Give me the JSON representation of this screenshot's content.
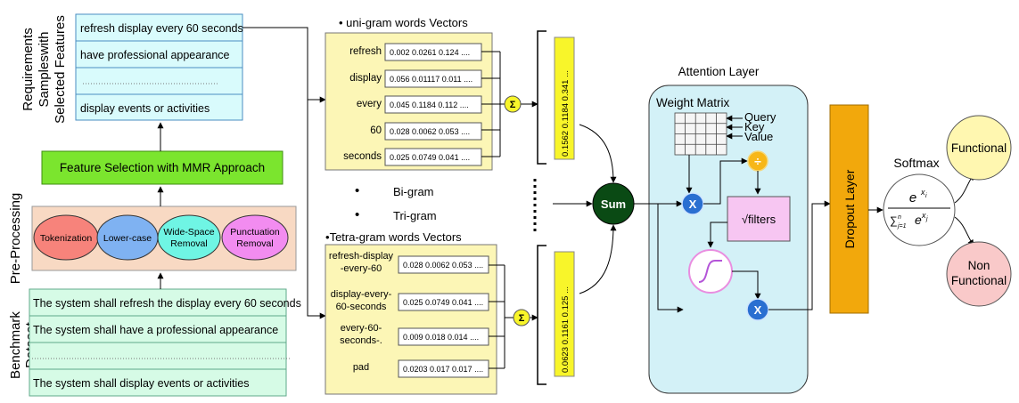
{
  "labels": {
    "requirements_line1": "Requirements",
    "requirements_line2": "Sampleswith",
    "requirements_line3": "Selected Features",
    "preprocessing": "Pre-Processing",
    "benchmark_line1": "Benchmark",
    "benchmark_line2": "Dataset"
  },
  "requirements": {
    "rows": [
      "refresh display every 60 seconds",
      "have professional appearance",
      "",
      "display events or activities"
    ]
  },
  "feature_selection": "Feature Selection with MMR Approach",
  "preprocessing_steps": [
    "Tokenization",
    "Lower-case",
    "Wide-Space Removal",
    "Punctuation Removal"
  ],
  "benchmark": {
    "rows": [
      "The system shall refresh the display every 60 seconds",
      "The system shall have a professional appearance",
      "",
      "The system shall display events or activities"
    ]
  },
  "unigram": {
    "title": "uni-gram words Vectors",
    "rows": [
      {
        "word": "refresh",
        "vec": "0.002 0.0261 0.124  ...."
      },
      {
        "word": "display",
        "vec": "0.056 0.01117 0.011  ...."
      },
      {
        "word": "every",
        "vec": "0.045 0.1184 0.112  ...."
      },
      {
        "word": "60",
        "vec": "0.028 0.0062 0.053  ...."
      },
      {
        "word": "seconds",
        "vec": "0.025 0.0749 0.041  ...."
      }
    ],
    "sum_vector": "0.1562 0.1184 0.341 ..."
  },
  "bigram": "Bi-gram",
  "trigram": "Tri-gram",
  "tetragram": {
    "title": "Tetra-gram words Vectors",
    "rows": [
      {
        "word_line1": "refresh-display",
        "word_line2": "-every-60",
        "vec": "0.028 0.0062 0.053  ...."
      },
      {
        "word_line1": "display-every-",
        "word_line2": "60-seconds",
        "vec": "0.025 0.0749 0.041  ...."
      },
      {
        "word_line1": "every-60-",
        "word_line2": "seconds-.",
        "vec": "0.009 0.018 0.014  ...."
      },
      {
        "word_line1": "pad",
        "word_line2": "",
        "vec": "0.0203 0.017 0.017  ...."
      }
    ],
    "sum_vector": "0.0623 0.1161 0.125 ..."
  },
  "sigma_symbol": "Σ",
  "sum_node": "Sum",
  "attention": {
    "title": "Attention Layer",
    "weight_matrix": "Weight Matrix",
    "query": "Query",
    "key": "Key",
    "value": "Value",
    "multiply_symbol": "X",
    "divide_symbol": "÷",
    "filters": "√filters"
  },
  "dropout": "Dropout Layer",
  "softmax": "Softmax",
  "outputs": {
    "functional": "Functional",
    "non_line1": "Non",
    "non_line2": "Functional"
  },
  "colors": {
    "cyan_box": "#d9fbfc",
    "green_box": "#7be52e",
    "peach_box": "#f8d9c3",
    "yellow_box": "#fcf6b6",
    "bright_yellow": "#f8f52a",
    "dark_green": "#0a4a14",
    "attention_bg": "#d3f1f7",
    "orange": "#f2a80c",
    "blue_circle": "#2a6fd1",
    "pink_box": "#f7c6f2",
    "functional": "#fff7b0",
    "non_functional": "#f9c9c9"
  }
}
